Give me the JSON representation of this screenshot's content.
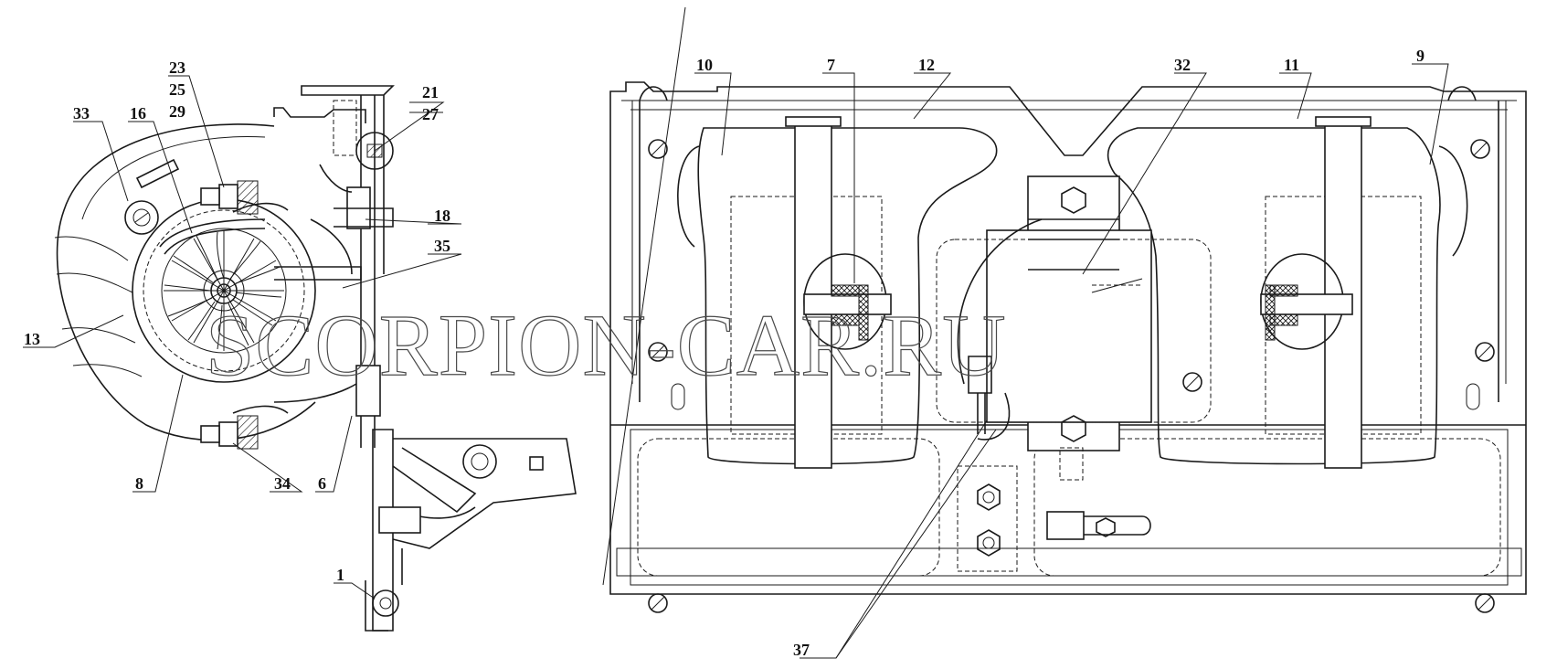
{
  "watermark": "SCORPION-CAR.RU",
  "callouts": [
    {
      "id": "c23",
      "text": "23"
    },
    {
      "id": "c25",
      "text": "25"
    },
    {
      "id": "c29",
      "text": "29"
    },
    {
      "id": "c33",
      "text": "33"
    },
    {
      "id": "c16",
      "text": "16"
    },
    {
      "id": "c21",
      "text": "21"
    },
    {
      "id": "c27",
      "text": "27"
    },
    {
      "id": "c18",
      "text": "18"
    },
    {
      "id": "c35",
      "text": "35"
    },
    {
      "id": "c13",
      "text": "13"
    },
    {
      "id": "c8",
      "text": "8"
    },
    {
      "id": "c34",
      "text": "34"
    },
    {
      "id": "c6",
      "text": "6"
    },
    {
      "id": "c1",
      "text": "1"
    },
    {
      "id": "c10",
      "text": "10"
    },
    {
      "id": "c7",
      "text": "7"
    },
    {
      "id": "c12",
      "text": "12"
    },
    {
      "id": "c32",
      "text": "32"
    },
    {
      "id": "c11",
      "text": "11"
    },
    {
      "id": "c9",
      "text": "9"
    },
    {
      "id": "c37",
      "text": "37"
    }
  ]
}
